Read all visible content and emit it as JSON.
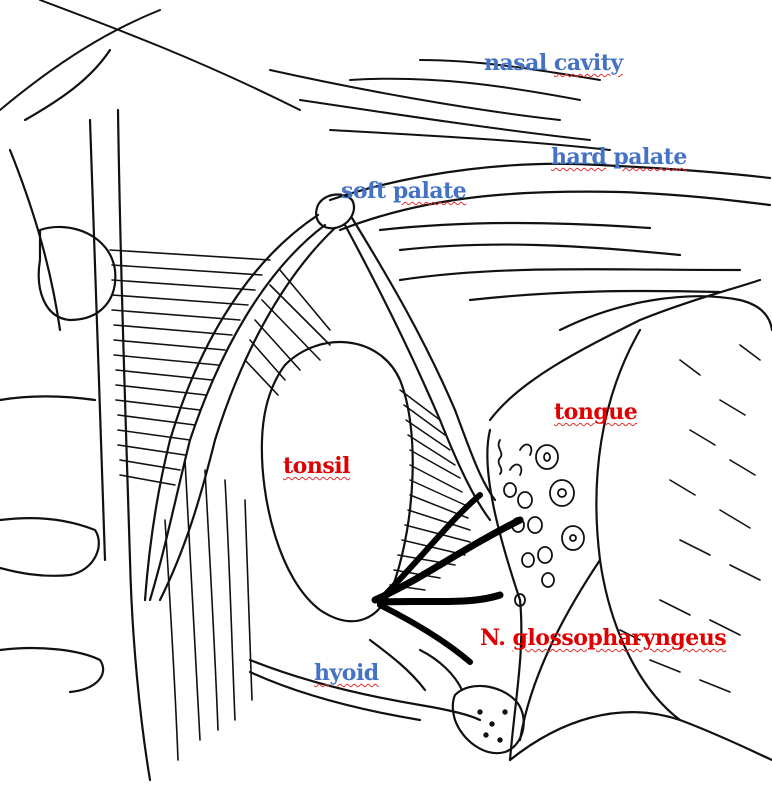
{
  "labels": {
    "nasal_cavity": {
      "w1": "nasal",
      "w2": "cavity",
      "color": "#4472c4"
    },
    "hard_palate": {
      "w1": "hard",
      "w2": "palate",
      "color": "#4472c4"
    },
    "soft_palate": {
      "w1": "soft",
      "w2": "palate",
      "color": "#4472c4"
    },
    "tongue": {
      "text": "tongue",
      "color": "#e00000"
    },
    "tonsil": {
      "text": "tonsil",
      "color": "#e00000"
    },
    "hyoid": {
      "text": "hyoid",
      "color": "#4472c4"
    },
    "nerve": {
      "w1": "N.",
      "w2": "glossopharyngeus",
      "color": "#e00000"
    }
  },
  "drawing": {
    "style": "black pen line illustration",
    "stroke_color": "#111111",
    "background": "#ffffff"
  }
}
